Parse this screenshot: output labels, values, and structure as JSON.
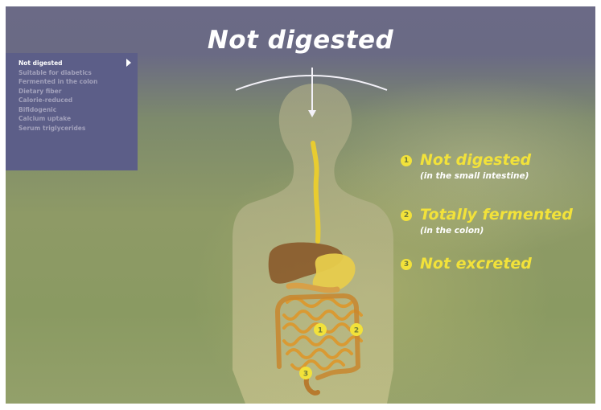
{
  "title": "Not digested",
  "menu": {
    "items": [
      {
        "label": "Not digested"
      },
      {
        "label": "Suitable for diabetics"
      },
      {
        "label": "Fermented in the colon"
      },
      {
        "label": "Dietary fiber"
      },
      {
        "label": "Calorie-reduced"
      },
      {
        "label": "Bifidogenic"
      },
      {
        "label": "Calcium uptake"
      },
      {
        "label": "Serum triglycerides"
      }
    ],
    "active_index": 0
  },
  "points": [
    {
      "number": "1",
      "text": "Not digested",
      "subtext": "(in the small intestine)"
    },
    {
      "number": "2",
      "text": "Totally fermented",
      "subtext": "(in the colon)"
    },
    {
      "number": "3",
      "text": "Not excreted"
    }
  ],
  "figure_markers": [
    "1",
    "2",
    "3"
  ],
  "colors": {
    "accent": "#f2e23a",
    "menu_background": "#5c5e88",
    "background_top": "#6b6a86",
    "background_bottom": "#93a06a"
  }
}
